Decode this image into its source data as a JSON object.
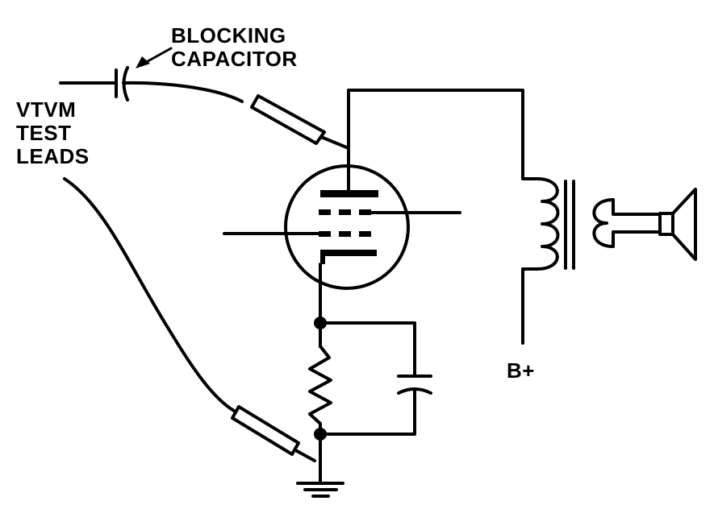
{
  "labels": {
    "blocking_capacitor": [
      "BLOCKING",
      "CAPACITOR"
    ],
    "vtvm_test_leads": [
      "VTVM",
      "TEST",
      "LEADS"
    ],
    "supply": "B+"
  },
  "colors": {
    "ink": "#000000",
    "paper": "#ffffff"
  }
}
